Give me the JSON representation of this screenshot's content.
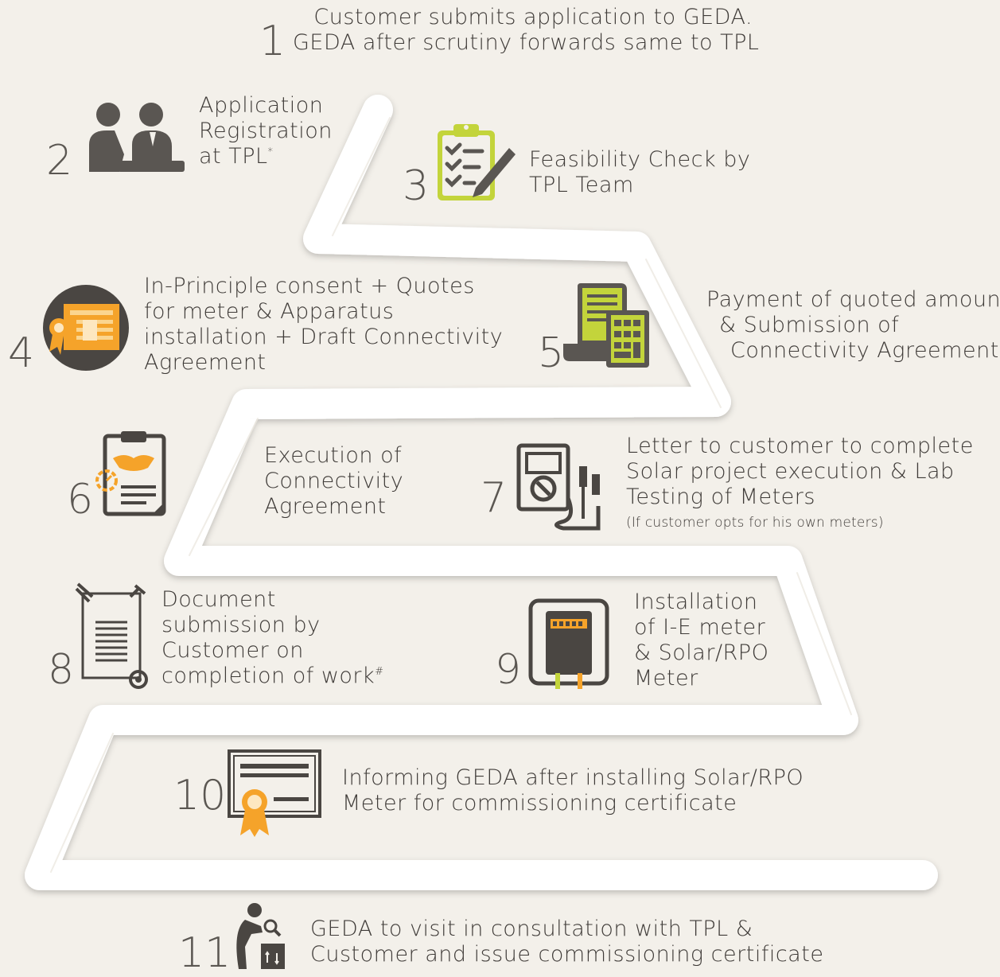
{
  "steps": [
    {
      "num": "1",
      "lines": [
        "Customer submits application to GEDA.",
        "GEDA after scrutiny forwards same to TPL"
      ]
    },
    {
      "num": "2",
      "lines": [
        "Application",
        "Registration",
        "at TPL"
      ],
      "sup": "*"
    },
    {
      "num": "3",
      "lines": [
        "Feasibility Check by",
        "TPL Team"
      ]
    },
    {
      "num": "4",
      "lines": [
        "In-Principle consent + Quotes",
        "for meter & Apparatus",
        "installation + Draft Connectivity",
        "Agreement"
      ]
    },
    {
      "num": "5",
      "lines": [
        "Payment of quoted amount",
        "& Submission of",
        "Connectivity Agreement"
      ]
    },
    {
      "num": "6",
      "lines": [
        "Execution of",
        "Connectivity",
        "Agreement"
      ]
    },
    {
      "num": "7",
      "lines": [
        "Letter to customer  to  complete",
        "Solar project execution & Lab",
        "Testing of Meters"
      ],
      "note": "(If customer opts for his own meters)"
    },
    {
      "num": "8",
      "lines": [
        "Document",
        "submission by",
        "Customer on",
        "completion of work"
      ],
      "sup": "#"
    },
    {
      "num": "9",
      "lines": [
        "Installation",
        "of I-E meter",
        "& Solar/RPO",
        "Meter"
      ]
    },
    {
      "num": "10",
      "lines": [
        "Informing GEDA after installing Solar/RPO",
        "Meter for commissioning certificate"
      ]
    },
    {
      "num": "11",
      "lines": [
        "GEDA to visit in consultation with TPL &",
        "Customer and issue commissioning certificate"
      ]
    }
  ],
  "icons": [
    "meeting-icon",
    "checklist-icon",
    "certificate-document-icon",
    "bill-calculator-icon",
    "agreement-clipboard-icon",
    "multimeter-icon",
    "document-icon",
    "meter-icon",
    "certificate-icon",
    "inspector-icon"
  ],
  "colors": {
    "road": "#ffffff",
    "background": "#f3f0ea",
    "icon_gray": "#5a5652",
    "accent_green": "#c3d43b",
    "accent_orange": "#f5a32a",
    "number_gray": "#5b5752"
  }
}
